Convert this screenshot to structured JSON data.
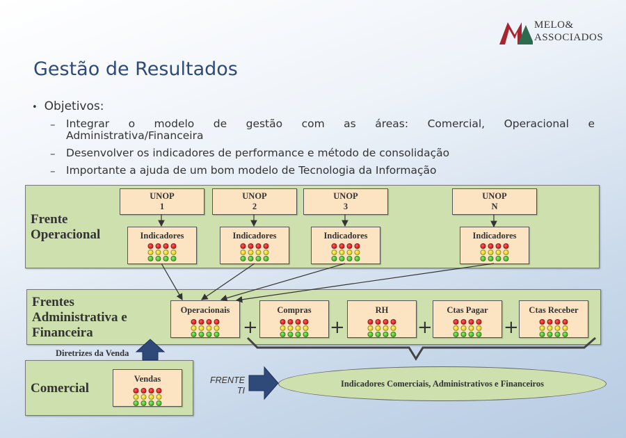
{
  "logo": {
    "line1": "MELO&",
    "line2": "ASSOCIADOS"
  },
  "title": "Gestão de Resultados",
  "bullet": "Objetivos:",
  "sub_items": [
    "Integrar o modelo de gestão com as áreas: Comercial, Operacional e",
    "Administrativa/Financeira",
    "Desenvolver os indicadores de performance e método de consolidação",
    "Importante a ajuda de um bom modelo de Tecnologia da Informação"
  ],
  "dash": "–",
  "operacional": {
    "label_l1": "Frente",
    "label_l2": "Operacional",
    "unops": [
      {
        "l1": "UNOP",
        "l2": "1"
      },
      {
        "l1": "UNOP",
        "l2": "2"
      },
      {
        "l1": "UNOP",
        "l2": "3"
      },
      {
        "l1": "UNOP",
        "l2": "N"
      }
    ],
    "indicadores_label": "Indicadores"
  },
  "administrativa": {
    "label_l1": "Frentes",
    "label_l2": "Administrativa e",
    "label_l3": "Financeira",
    "boxes": [
      "Operacionais",
      "Compras",
      "RH",
      "Ctas Pagar",
      "Ctas Receber"
    ],
    "plus": "+"
  },
  "diretrizes": "Diretrizes da Venda",
  "comercial": {
    "label": "Comercial",
    "box": "Vendas"
  },
  "frente_ti": {
    "l1": "FRENTE",
    "l2": "TI"
  },
  "ellipse_text": "Indicadores Comerciais, Administrativos e Financeiros",
  "colors": {
    "title": "#2e4a78",
    "frame": "#cde0ad",
    "box": "#fce3c2",
    "arrow": "#2f4a78",
    "logo_red": "#a8242f",
    "logo_green": "#2d6b4f"
  },
  "icons": {
    "traffic_light": "traffic-light-icon",
    "logo": "melo-logo-icon"
  }
}
